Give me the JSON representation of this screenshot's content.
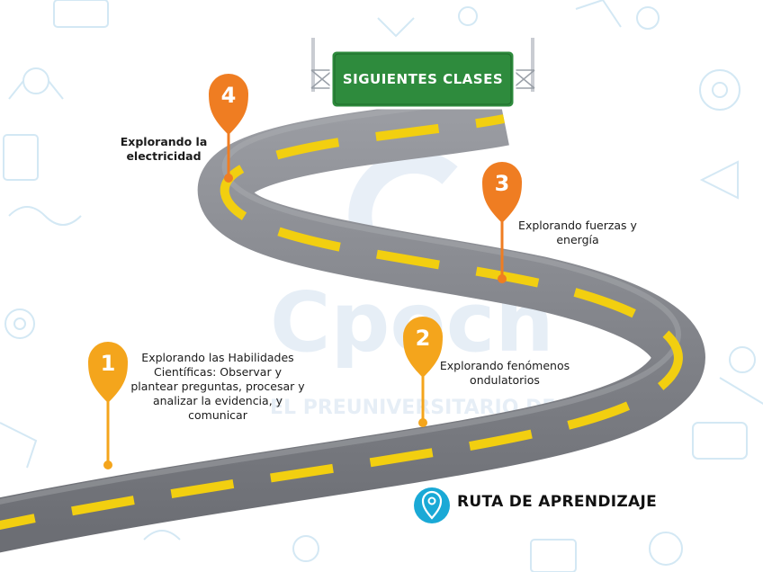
{
  "sign": {
    "text": "SIGUIENTES CLASES",
    "color": "#2e8b3d"
  },
  "watermark": {
    "text": "Cpech",
    "subtext": "EL PREUNIVERSITARIO DE CHILE"
  },
  "steps": [
    {
      "number": "1",
      "label": "Explorando las Habilidades Científicas: Observar y plantear preguntas, procesar y analizar la evidencia, y comunicar"
    },
    {
      "number": "2",
      "label": "Explorando fenómenos ondulatorios"
    },
    {
      "number": "3",
      "label": "Explorando fuerzas y energía"
    },
    {
      "number": "4",
      "label": "Explorando la electricidad"
    }
  ],
  "footer": {
    "title": "RUTA DE APRENDIZAJE",
    "icon": "location-pin-icon"
  },
  "colors": {
    "pin_yellow": "#f4a51c",
    "pin_orange": "#ef7d22",
    "road": "#7d7f86",
    "road_lines": "#f2cf10",
    "icon_blue": "#1aa9d6"
  }
}
